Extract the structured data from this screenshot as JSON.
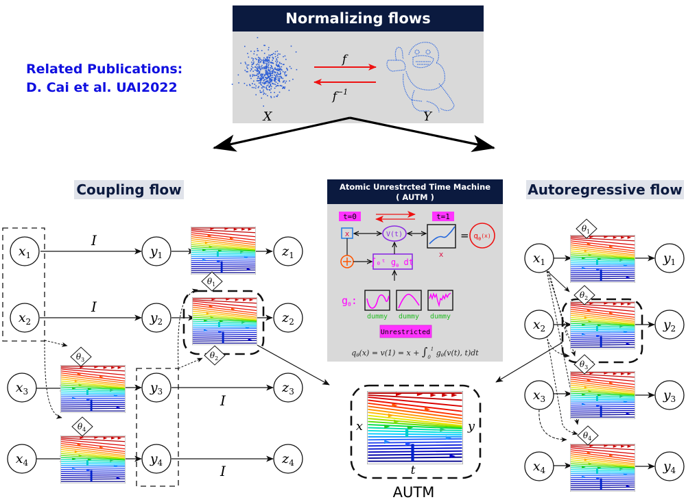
{
  "publications": {
    "line1": "Related Publications:",
    "line2": "D. Cai et al. UAI2022"
  },
  "normalizing_flows": {
    "title": "Normalizing flows",
    "source_label": "X",
    "target_label": "Y",
    "forward_label": "f",
    "inverse_label": "f",
    "inverse_superscript": "−1",
    "source_desc": "gaussian-point-cloud",
    "target_desc": "gorilla-point-cloud"
  },
  "coupling_flow": {
    "title": "Coupling flow",
    "inputs": [
      "x",
      "x",
      "x",
      "x"
    ],
    "input_subs": [
      "1",
      "2",
      "3",
      "4"
    ],
    "mids": [
      "y",
      "y",
      "y",
      "y"
    ],
    "outputs": [
      "z",
      "z",
      "z",
      "z"
    ],
    "identity_label": "I",
    "theta": "θ",
    "theta_subs": [
      "1",
      "2",
      "3",
      "4"
    ]
  },
  "autm": {
    "header_line1": "Atomic Unrestrcted Time Machine",
    "header_line2": "( AUTM )",
    "t0": "t=0",
    "t1": "t=1",
    "x_box": "x",
    "v_node": "V(t)",
    "integral": "∫₀ᵗ g",
    "integral_tail": " dt",
    "result": "q",
    "result_tail": "(x)",
    "curve_x": "x",
    "g_label": "g",
    "g_suffix": ":",
    "dummy_labels": [
      "dummy",
      "dummy",
      "dummy"
    ],
    "unrestricted": "Unrestricted",
    "equation": "qθ(x) = v(1) = x + ∫₀¹ gθ(v(t), t)dt",
    "eq_parts": {
      "q": "q",
      "theta": "θ",
      "p1": "(x) = v(1) = x + ",
      "int": "∫",
      "lo": "0",
      "hi": "1",
      "p2": " g",
      "p3": "(v(t), t)dt"
    },
    "bottom_x": "x",
    "bottom_y": "y",
    "bottom_t": "t",
    "caption": "AUTM"
  },
  "autoregressive_flow": {
    "title": "Autoregressive flow",
    "inputs": [
      "x",
      "x",
      "x",
      "x"
    ],
    "input_subs": [
      "1",
      "2",
      "3",
      "4"
    ],
    "outputs": [
      "y",
      "y",
      "y",
      "y"
    ],
    "theta": "θ",
    "theta_subs": [
      "1",
      "2",
      "3",
      "4"
    ]
  },
  "colors": {
    "header_navy": "#0b1a3f",
    "panel_gray": "#d9d9d9",
    "subtitle_bg": "#e0e3ea",
    "subtitle_fg": "#0b1a3f",
    "pub_blue": "#1010e0",
    "arrow_red": "#ee1111",
    "magenta": "#ff33ff",
    "purple": "#8a2be2",
    "dummy_green": "#22bb22"
  }
}
